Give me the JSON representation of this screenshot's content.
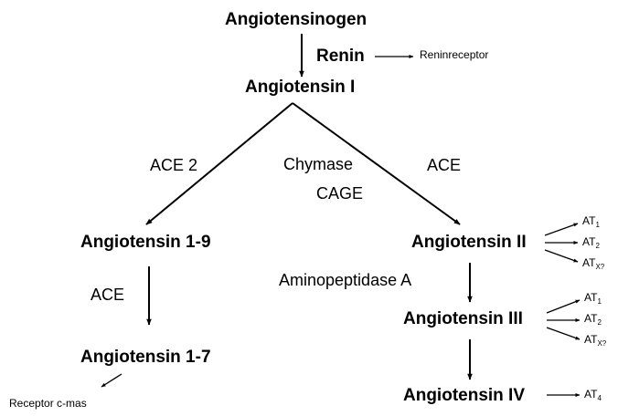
{
  "nodes": {
    "angiotensinogen": "Angiotensinogen",
    "angiotensin_1": "Angiotensin I",
    "angiotensin_1_9": "Angiotensin 1-9",
    "angiotensin_1_7": "Angiotensin 1-7",
    "angiotensin_2": "Angiotensin II",
    "angiotensin_3": "Angiotensin III",
    "angiotensin_4": "Angiotensin IV"
  },
  "enzymes": {
    "renin": "Renin",
    "ace2": "ACE 2",
    "chymase": "Chymase",
    "cage": "CAGE",
    "ace_right": "ACE",
    "ace_left": "ACE",
    "aminopeptidase_a": "Aminopeptidase A"
  },
  "receptors": {
    "renin_receptor": "Reninreceptor",
    "c_mas": "Receptor c-mas",
    "at_prefix": "AT",
    "at1_sub": "1",
    "at2_sub": "2",
    "atx_sub": "X?",
    "at4_sub": "4"
  },
  "colors": {
    "ink": "#000000",
    "background": "#ffffff"
  }
}
